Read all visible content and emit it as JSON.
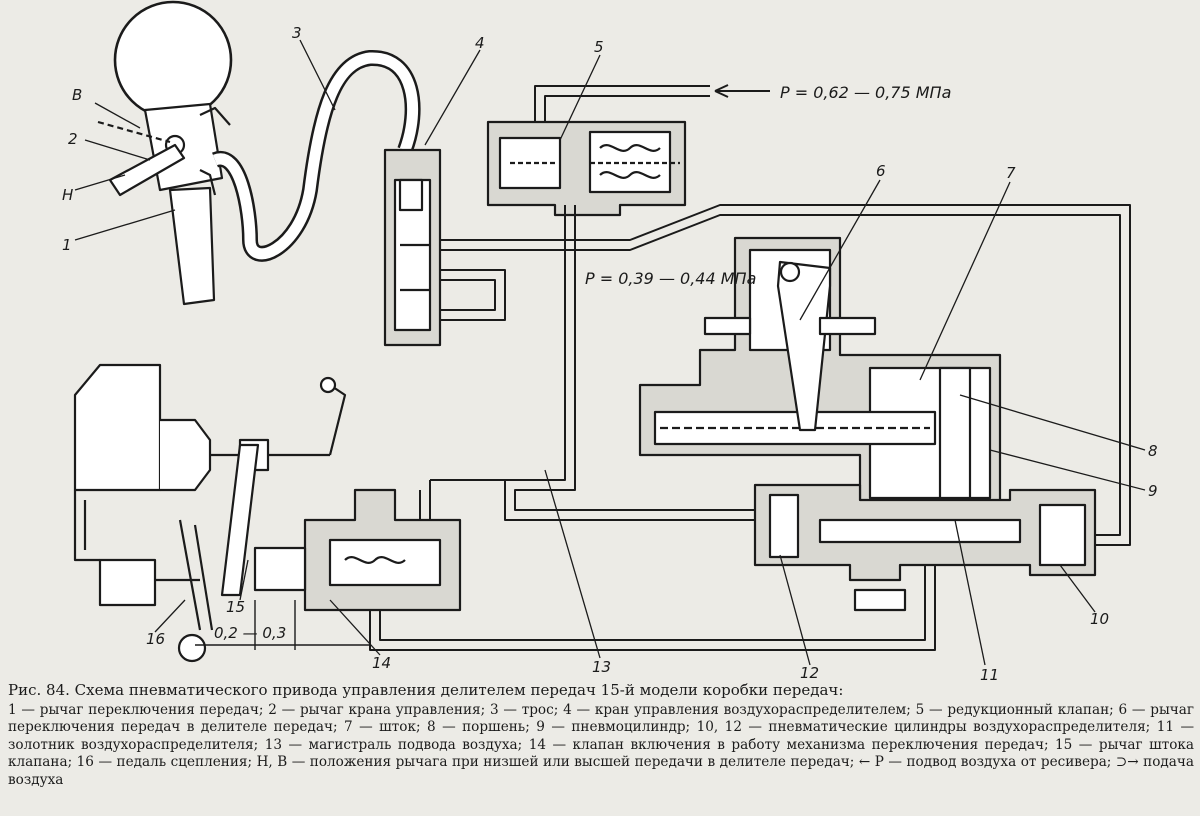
{
  "labels": {
    "n1": "1",
    "n2": "2",
    "n3": "3",
    "n4": "4",
    "n5": "5",
    "n6": "6",
    "n7": "7",
    "n8": "8",
    "n9": "9",
    "n10": "10",
    "n11": "11",
    "n12": "12",
    "n13": "13",
    "n14": "14",
    "n15": "15",
    "n16": "16",
    "B": "В",
    "H": "Н"
  },
  "pressure": {
    "supply": "P = 0,62 — 0,75 МПа",
    "reduced": "P = 0,39 — 0,44 МПа"
  },
  "gap": "0,2 — 0,3",
  "caption": {
    "title": "Рис. 84. Схема пневматического привода управления делителем передач 15-й модели коробки передач:",
    "items": [
      "1 — рычаг переключения передач;",
      "2 — рычаг крана управления;",
      "3 — трос;",
      "4 — кран управления воздухораспределителем;",
      "5 — редукционный клапан;",
      "6 — рычаг переключения передач в делителе передач;",
      "7 — шток;",
      "8 — поршень;",
      "9 — пневмоцилиндр;",
      "10, 12 — пневматические цилиндры воздухораспределителя;",
      "11 — золотник воздухораспределителя;",
      "13 — магистраль подвода воздуха;",
      "14 — клапан включения в работу механизма переключения передач;",
      "15 — рычаг штока клапана;",
      "16 — педаль сцепления;",
      "Н, В — положения рычага при низшей или высшей передачи в делителе передач;",
      "← Р — подвод воздуха от ресивера;",
      "⊃→ подача воздуха"
    ]
  }
}
